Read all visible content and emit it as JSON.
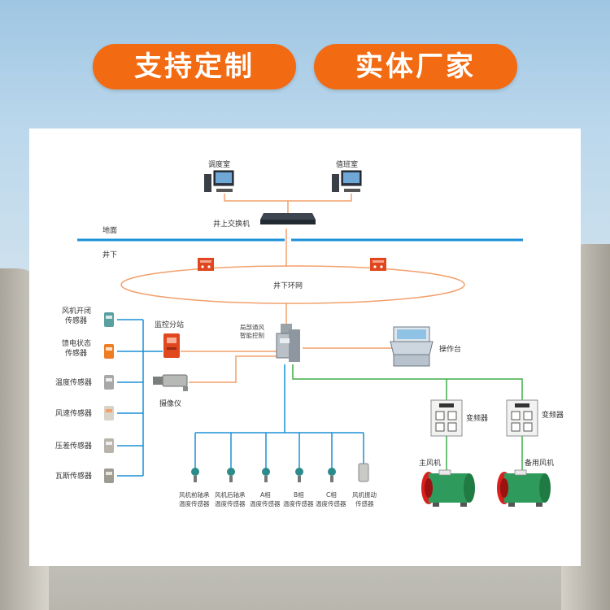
{
  "banner": {
    "left": "支持定制",
    "right": "实体厂家"
  },
  "colors": {
    "accent": "#f26a11",
    "line_orange": "#f2a06b",
    "line_blue": "#1a8fd6",
    "line_green": "#3fae49"
  },
  "diagram": {
    "dispatch_room": "调度室",
    "duty_room": "值班室",
    "surface_switch": "井上交换机",
    "ground": "地面",
    "underground": "井下",
    "ring_network": "井下环网",
    "monitor_substation": "监控分站",
    "camera": "摄像仪",
    "controller_line1": "局部通风",
    "controller_line2": "智能控制",
    "console": "操作台",
    "left_sensors": [
      {
        "line1": "风机开闭",
        "line2": "传感器"
      },
      {
        "line1": "馈电状态",
        "line2": "传感器"
      },
      {
        "line1": "温度传感器",
        "line2": ""
      },
      {
        "line1": "风速传感器",
        "line2": ""
      },
      {
        "line1": "压差传感器",
        "line2": ""
      },
      {
        "line1": "瓦斯传感器",
        "line2": ""
      }
    ],
    "bottom_sensors": [
      {
        "line1": "风机前轴承",
        "line2": "温度传感器"
      },
      {
        "line1": "风机后轴承",
        "line2": "温度传感器"
      },
      {
        "line1": "A相",
        "line2": "温度传感器"
      },
      {
        "line1": "B相",
        "line2": "温度传感器"
      },
      {
        "line1": "C相",
        "line2": "温度传感器"
      },
      {
        "line1": "风机振动",
        "line2": "传感器"
      }
    ],
    "inverter_1": "变频器",
    "inverter_2": "变频器",
    "main_fan": "主风机",
    "backup_fan": "备用风机"
  }
}
